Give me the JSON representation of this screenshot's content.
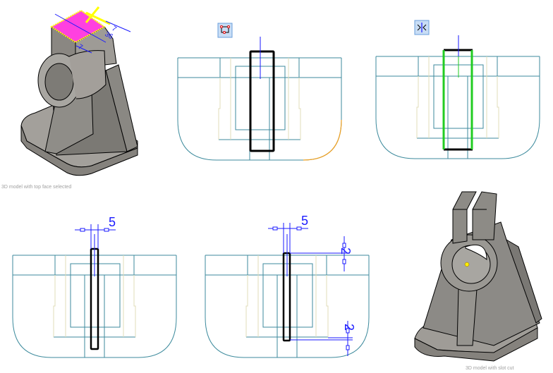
{
  "colors": {
    "outline": "#3c8a9c",
    "hidden": "#e0dcb8",
    "profile": "#000000",
    "dimension": "#1a1aff",
    "selected_face": "#ff40e0",
    "highlight": "#ffff00",
    "constraint_green": "#22cc22",
    "orange_arc": "#f0a020",
    "solid_face": "#8c8a86",
    "icon_bg": "#c8ddf5",
    "icon_border": "#6a9fdc"
  },
  "steps": [
    {
      "id": "step1",
      "description": "3D model with top face selected",
      "dims": [
        "7",
        "36",
        "7"
      ]
    },
    {
      "id": "step2",
      "icon": "rectangle-constraint-icon"
    },
    {
      "id": "step3",
      "icon": "symmetric-constraint-icon"
    },
    {
      "id": "step4",
      "dims": [
        "5"
      ]
    },
    {
      "id": "step5",
      "dims": [
        "5",
        "2",
        "2"
      ]
    },
    {
      "id": "step6",
      "description": "3D model with slot cut"
    }
  ]
}
